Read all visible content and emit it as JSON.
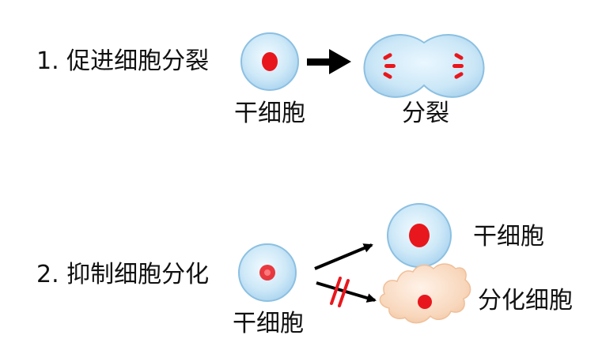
{
  "section1": {
    "title": "1. 促进细胞分裂",
    "source_label": "干细胞",
    "result_label": "分裂"
  },
  "section2": {
    "title": "2. 抑制细胞分化",
    "source_label": "干细胞",
    "stem_result_label": "干细胞",
    "diff_result_label": "分化细胞"
  },
  "colors": {
    "cell_fill": "#c9e6f7",
    "cell_stroke": "#8cc0e2",
    "nucleus": "#e8171d",
    "differentiated_cell_fill": "#f9d8bd",
    "arrow": "#000000",
    "block_mark": "#e8171d"
  }
}
